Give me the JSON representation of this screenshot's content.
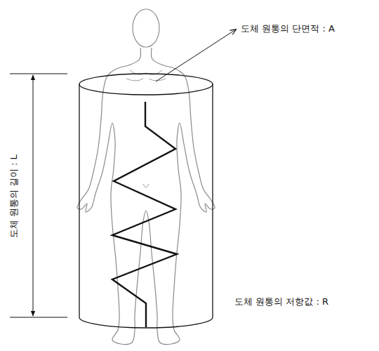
{
  "diagram": {
    "labels": [
      "도체 원통의 단면적 : A",
      "도체 원통의 길이 : L",
      "도체 원통의 저항값 : R"
    ]
  }
}
